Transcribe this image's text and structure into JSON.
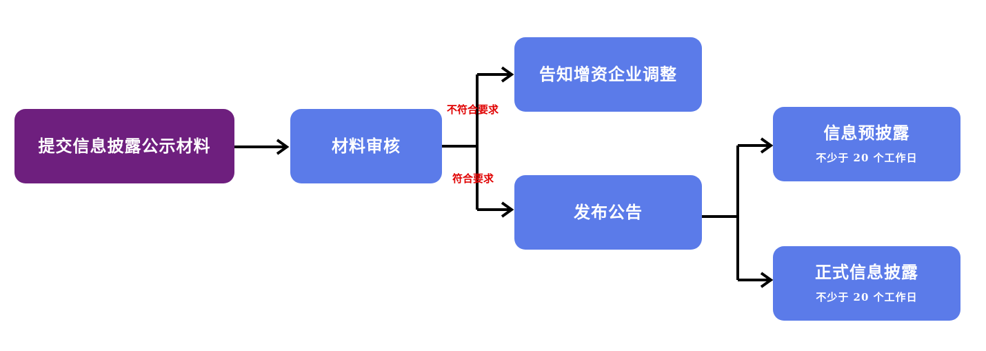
{
  "nodes": {
    "submit": {
      "label": "提交信息披露公示材料"
    },
    "review": {
      "label": "材料审核"
    },
    "notify": {
      "label": "告知增资企业调整"
    },
    "publish": {
      "label": "发布公告"
    },
    "pre_disclosure": {
      "label": "信息预披露",
      "note": "不少于 20 个工作日"
    },
    "formal_disclosure": {
      "label": "正式信息披露",
      "note": "不少于 20 个工作日"
    }
  },
  "edges": {
    "not_compliant": "不符合要求",
    "compliant": "符合要求"
  },
  "colors": {
    "start_node": "#6e1f7e",
    "process_node": "#5b7be9",
    "connector": "#000000",
    "edge_label": "#e00000"
  }
}
